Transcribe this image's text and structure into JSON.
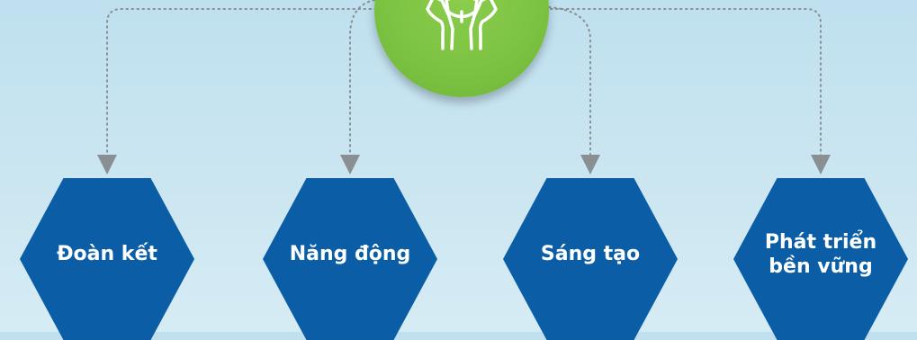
{
  "diagram": {
    "center_icon": "hands-holding-plant-icon",
    "colors": {
      "center": "#7cc242",
      "hexagon": "#0b5ea6",
      "connector": "#8a8f94",
      "label": "#ffffff"
    },
    "values": [
      {
        "label": "Đoàn kết"
      },
      {
        "label": "Năng động"
      },
      {
        "label": "Sáng tạo"
      },
      {
        "label": "Phát triển\nbền vững"
      }
    ]
  }
}
